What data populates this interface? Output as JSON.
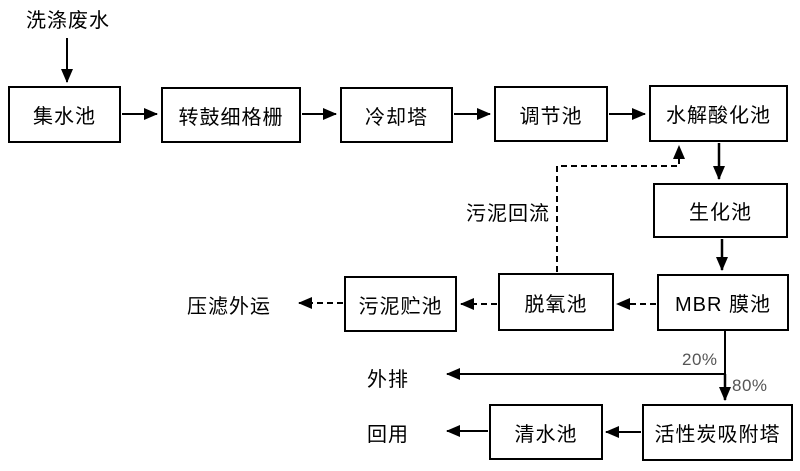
{
  "diagram": {
    "title_semantic": "washing-wastewater-treatment-process-flow",
    "source_label": "洗涤废水",
    "nodes": {
      "collection_tank": "集水池",
      "drum_fine_screen": "转鼓细格栅",
      "cooling_tower": "冷却塔",
      "regulation_tank": "调节池",
      "hydrolysis_acidification_tank": "水解酸化池",
      "biochemical_tank": "生化池",
      "mbr_membrane_tank": "MBR 膜池",
      "deoxygenation_tank": "脱氧池",
      "sludge_storage_tank": "污泥贮池",
      "clear_water_tank": "清水池",
      "activated_carbon_tower": "活性炭吸附塔"
    },
    "labels": {
      "sludge_return": "污泥回流",
      "filter_press_transport": "压滤外运",
      "external_discharge": "外排",
      "reuse": "回用",
      "discharge_percent": "20%",
      "reuse_percent": "80%"
    },
    "colors": {
      "line": "#000000",
      "box_border": "#000000",
      "background": "#ffffff",
      "text": "#000000",
      "percent_text": "#555555"
    }
  }
}
